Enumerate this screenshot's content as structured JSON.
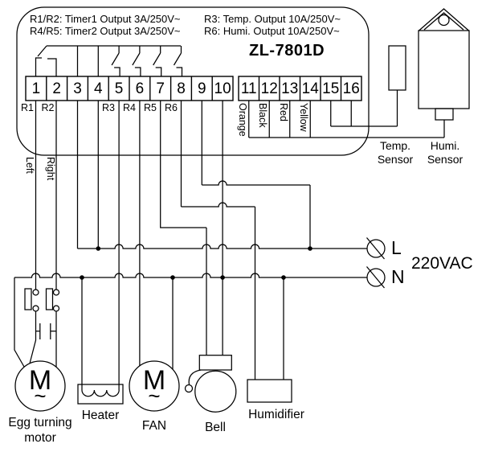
{
  "header": {
    "line1_left": "R1/R2: Timer1 Output 3A/250V~",
    "line1_right": "R3: Temp. Output 10A/250V~",
    "line2_left": "R4/R5: Timer2 Output 3A/250V~",
    "line2_right": "R6: Humi. Output 10A/250V~",
    "model": "ZL-7801D"
  },
  "terminal_strip": {
    "numbers": [
      "1",
      "2",
      "3",
      "4",
      "5",
      "6",
      "7",
      "8",
      "9",
      "10",
      "11",
      "12",
      "13",
      "14",
      "15",
      "16"
    ],
    "relay_labels": [
      "R1",
      "R2",
      "R3",
      "R4",
      "R5",
      "R6"
    ],
    "sensor_wire_colors": [
      "Orange",
      "Black",
      "Red",
      "Yellow"
    ]
  },
  "motor_direction_labels": {
    "left": "Left",
    "right": "Right"
  },
  "sensors": {
    "temp_line1": "Temp.",
    "temp_line2": "Sensor",
    "humi_line1": "Humi.",
    "humi_line2": "Sensor"
  },
  "power": {
    "line": "L",
    "neutral": "N",
    "voltage": "220VAC"
  },
  "components": {
    "egg_motor_line1": "Egg turning",
    "egg_motor_line2": "motor",
    "motor_symbol": "M",
    "motor_wave": "~",
    "heater": "Heater",
    "fan": "FAN",
    "bell": "Bell",
    "humidifier": "Humidifier"
  },
  "colors": {
    "line": "#000000",
    "background": "#ffffff",
    "text": "#000000"
  }
}
